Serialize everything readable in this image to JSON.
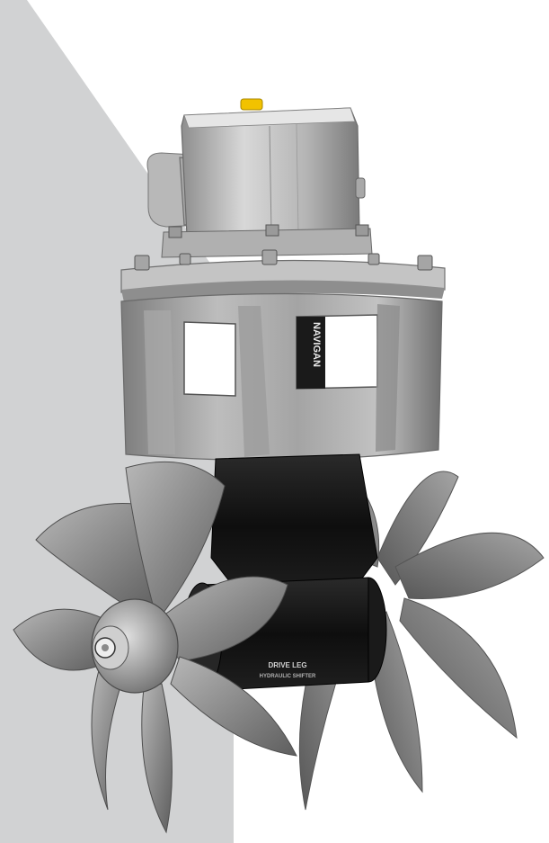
{
  "scene": {
    "background_color": "#ffffff",
    "accent_panel_color": "#d1d2d3",
    "metal_light": "#c9c9c9",
    "metal_mid": "#9a9a9a",
    "metal_dark": "#5c5c5c",
    "black_housing": "#141414",
    "yellow_cap": "#f2c200"
  },
  "product": {
    "brand_band_text": "NAVIGAN",
    "housing_text_line1": "DRIVE LEG",
    "housing_text_line2": "HYDRAULIC SHIFTER"
  }
}
